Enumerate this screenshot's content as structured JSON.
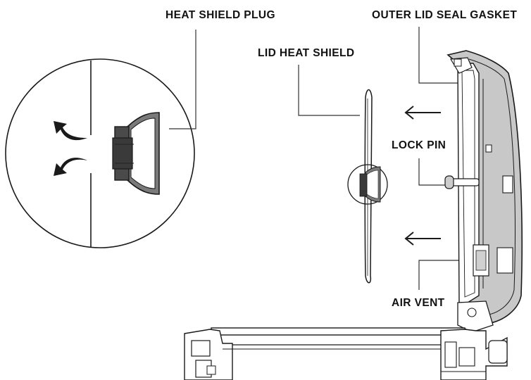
{
  "labels": {
    "heat_shield_plug": "HEAT SHIELD PLUG",
    "outer_lid_seal_gasket": "OUTER LID SEAL GASKET",
    "lid_heat_shield": "LID HEAT SHIELD",
    "lock_pin": "LOCK PIN",
    "air_vent": "AIR VENT"
  },
  "colors": {
    "line": "#1a1a1a",
    "lid_fill": "#c8c8c8",
    "plug_fill": "#4a4a4a",
    "plug_body": "#7a7a7a",
    "leader": "#333333"
  }
}
